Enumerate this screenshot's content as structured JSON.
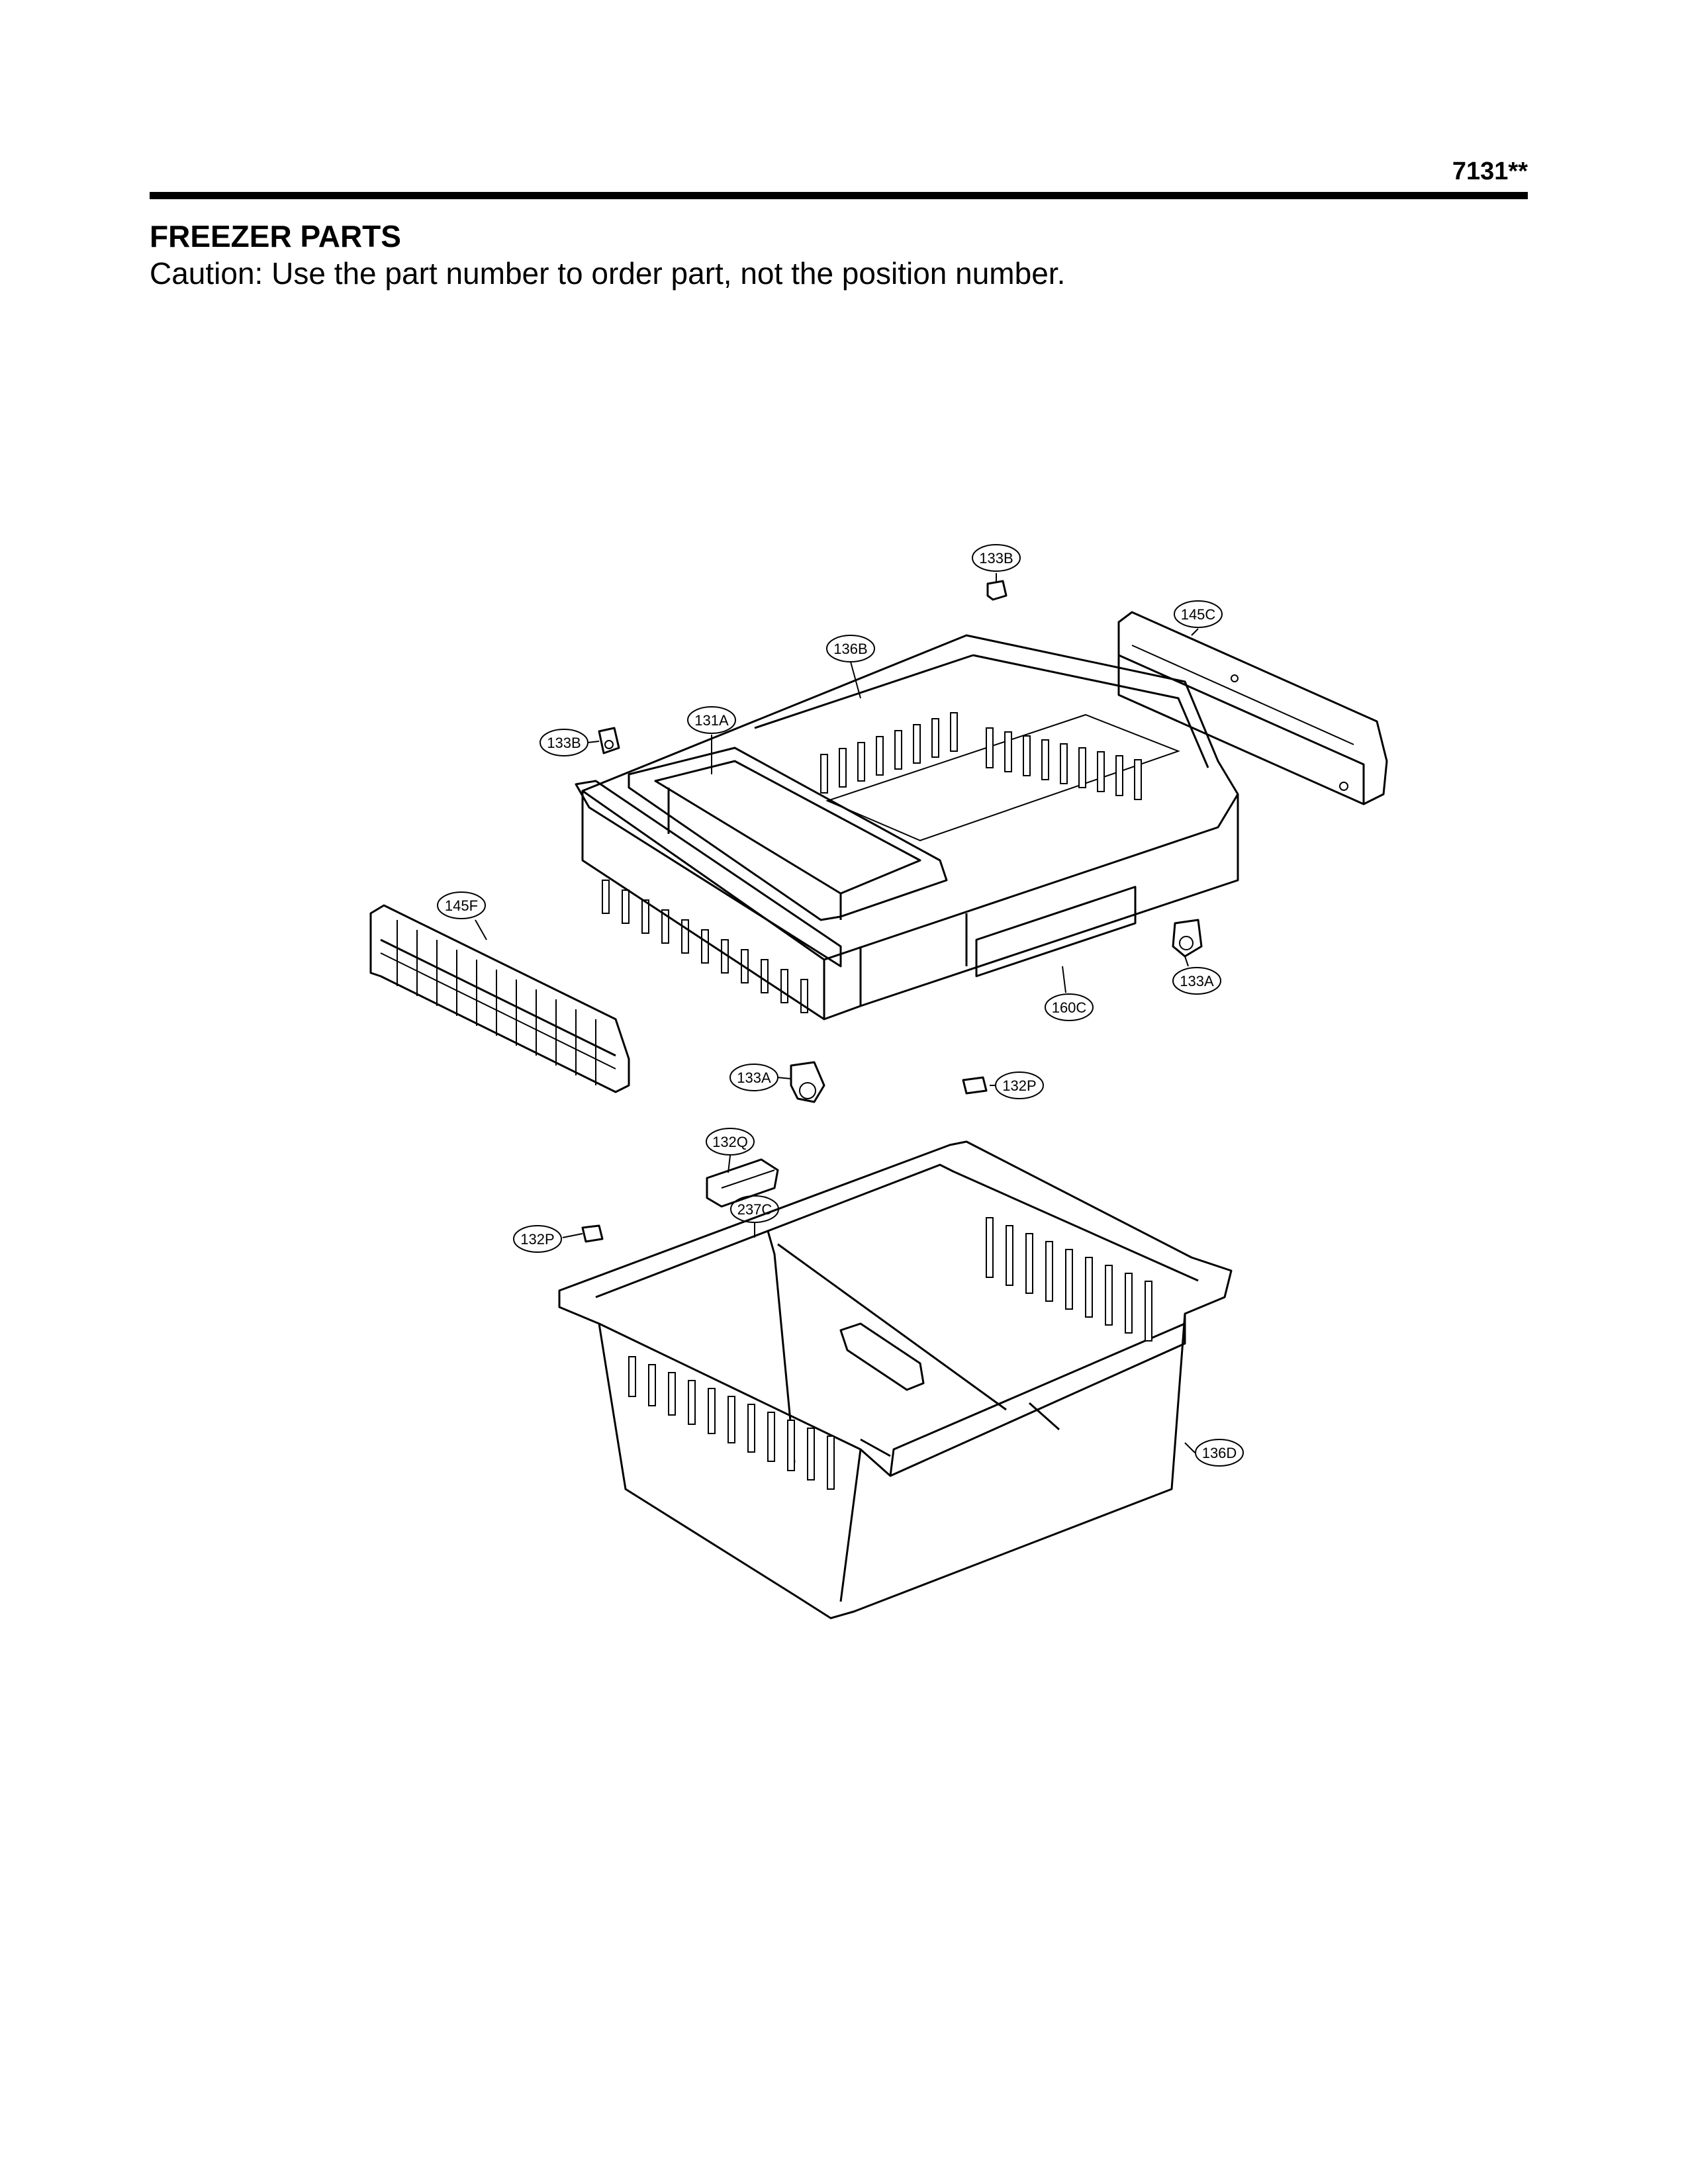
{
  "header": {
    "model": "7131**",
    "title": "FREEZER PARTS",
    "caution": "Caution: Use the part number to order part, not the position number."
  },
  "callouts": {
    "p133b_top": "133B",
    "p145c": "145C",
    "p136b": "136B",
    "p131a": "131A",
    "p133b_left": "133B",
    "p145f": "145F",
    "p133a_right": "133A",
    "p160c": "160C",
    "p133a_left": "133A",
    "p132p_right": "132P",
    "p132q": "132Q",
    "p237c": "237C",
    "p132p_left": "132P",
    "p136d": "136D"
  }
}
